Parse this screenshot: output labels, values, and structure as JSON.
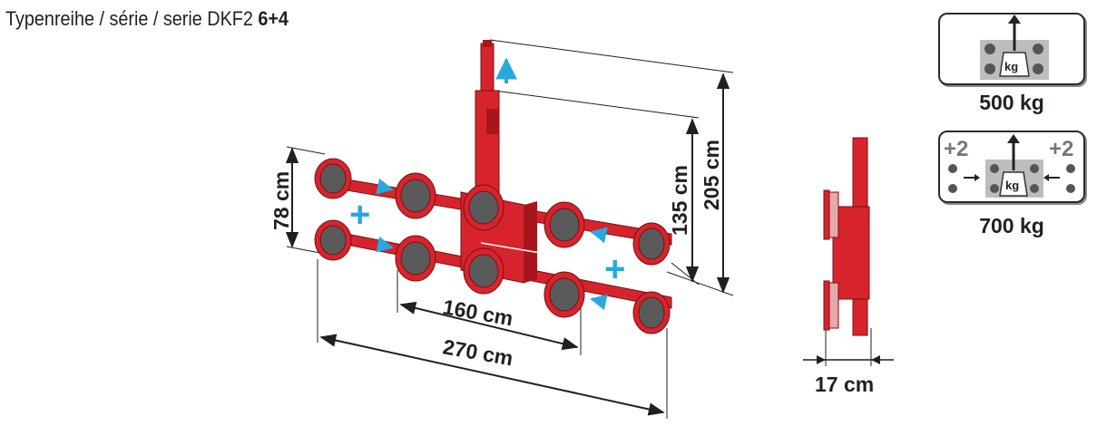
{
  "title": {
    "prefix": "Typenreihe / série / serie DKF2",
    "model": "6+4"
  },
  "colors": {
    "frame": "#d7242c",
    "frame_dark": "#a8151c",
    "pad": "#5a5a5a",
    "accent": "#29a8df",
    "line": "#231f20"
  },
  "dimensions": {
    "height_min": "135 cm",
    "height_max": "205 cm",
    "depth": "78 cm",
    "inner_width": "160 cm",
    "outer_width": "270 cm",
    "thickness": "17 cm"
  },
  "symbols": {
    "plus_left": "+",
    "plus_right": "+"
  },
  "capacity": [
    {
      "label": "500 kg",
      "weight_text": "kg",
      "extra_left": "",
      "extra_right": "",
      "icon": "load-6-pads-icon"
    },
    {
      "label": "700 kg",
      "weight_text": "kg",
      "extra_left": "+2",
      "extra_right": "+2",
      "icon": "load-10-pads-icon"
    }
  ]
}
